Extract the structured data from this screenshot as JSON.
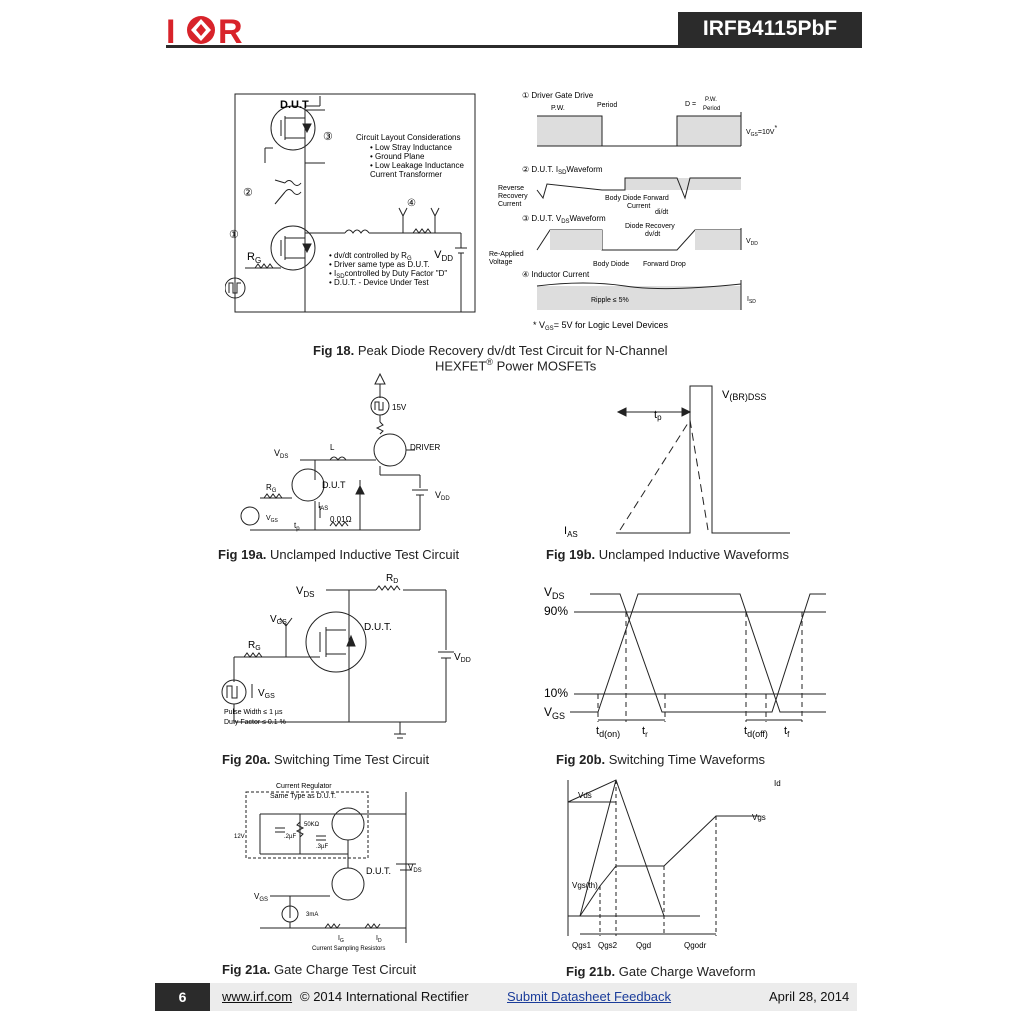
{
  "header": {
    "brand": "I",
    "brand_r": "R",
    "part": "IRFB4115PbF"
  },
  "fig18": {
    "dut": "D.U.T",
    "circ_num_3": "③",
    "circ_num_2": "②",
    "circ_num_1": "①",
    "circ_num_4": "④",
    "rg": "R",
    "rg_sub": "G",
    "vdd": "V",
    "vdd_sub": "DD",
    "layout_title": "Circuit Layout Considerations",
    "layout_items": [
      "• Low Stray Inductance",
      "• Ground Plane",
      "• Low Leakage Inductance",
      "Current Transformer"
    ],
    "notes": [
      "• dv/dt controlled by R",
      "• Driver same type as D.U.T.",
      "• I",
      "• D.U.T. - Device Under Test"
    ],
    "notes_sub": [
      "G",
      "",
      "SD",
      ""
    ],
    "notes_tail": [
      "",
      "",
      "controlled by Duty Factor \"D\"",
      ""
    ],
    "w1": "① Driver Gate Drive",
    "w1_pw": "P.W.",
    "w1_period": "Period",
    "w1_d": "D =",
    "w1_dnum": "P.W.",
    "w1_dden": "Period",
    "w1_vgs": "V",
    "w1_vgs_sub": "GS",
    "w1_vgs_val": "=10V",
    "w1_star": "*",
    "w2": "② D.U.T. I",
    "w2_sub": "SD",
    "w2_tail": "Waveform",
    "w2_rr": [
      "Reverse",
      "Recovery",
      "Current"
    ],
    "w2_bd": [
      "Body Diode Forward",
      "Current"
    ],
    "w2_didt": "di/dt",
    "w3": "③ D.U.T. V",
    "w3_sub": "DS",
    "w3_tail": "Waveform",
    "w3_drr": [
      "Diode Recovery",
      "dv/dt"
    ],
    "w3_vdd": "V",
    "w3_vdd_sub": "DD",
    "w3_reapp": [
      "Re-Applied",
      "Voltage"
    ],
    "w3_bd": "Body Diode",
    "w3_fd": "Forward Drop",
    "w4": "④ Inductor Current",
    "w4_ripple": "Ripple ≤ 5%",
    "w4_isd": "I",
    "w4_isd_sub": "SD",
    "note": "* V",
    "note_sub": "GS",
    "note_tail": "= 5V for Logic Level Devices",
    "caption_b": "Fig 18.",
    "caption_1": "Peak Diode Recovery dv/dt Test Circuit",
    "caption_2": "for N-Channel",
    "caption_3": "HEXFET",
    "caption_reg": "®",
    "caption_4": "Power MOSFETs"
  },
  "fig19a": {
    "v15": "15V",
    "l": "L",
    "vds": "V",
    "vds_sub": "DS",
    "driver": "DRIVER",
    "dut": "D.U.T",
    "rg": "R",
    "rg_sub": "G",
    "vdd": "V",
    "vdd_sub": "DD",
    "ias": "I",
    "ias_sub": "AS",
    "vgs": "V",
    "vgs_sub": "GS",
    "tp": "t",
    "tp_sub": "p",
    "res": "0.01Ω",
    "caption_b": "Fig 19a.",
    "caption": "Unclamped Inductive Test Circuit"
  },
  "fig19b": {
    "vbr": "V",
    "vbr_sub": "(BR)DSS",
    "tp": "t",
    "tp_sub": "p",
    "ias": "I",
    "ias_sub": "AS",
    "caption_b": "Fig 19b.",
    "caption": "Unclamped Inductive Waveforms"
  },
  "fig20a": {
    "vds": "V",
    "vds_sub": "DS",
    "rd": "R",
    "rd_sub": "D",
    "vgs": "V",
    "vgs_sub": "GS",
    "rg": "R",
    "rg_sub": "G",
    "dut": "D.U.T.",
    "vdd": "V",
    "vdd_sub": "DD",
    "vgs2": "V",
    "vgs2_sub": "GS",
    "pw": "Pulse Width ≤ 1 µs",
    "df": "Duty Factor ≤ 0.1 %",
    "caption_b": "Fig 20a.",
    "caption": "Switching Time Test Circuit"
  },
  "fig20b": {
    "vds": "V",
    "vds_sub": "DS",
    "p90": "90%",
    "p10": "10%",
    "vgs": "V",
    "vgs_sub": "GS",
    "tdon": "t",
    "tdon_sub": "d(on)",
    "tr": "t",
    "tr_sub": "r",
    "tdoff": "t",
    "tdoff_sub": "d(off)",
    "tf": "t",
    "tf_sub": "f",
    "caption_b": "Fig 20b.",
    "caption": "Switching Time Waveforms"
  },
  "fig21a": {
    "cr1": "Current Regulator",
    "cr2": "Same Type as D.U.T.",
    "r50k": "50KΩ",
    "v12": "12V",
    "c2": ".2µF",
    "c3": ".3µF",
    "dut": "D.U.T.",
    "vds": "V",
    "vds_sub": "DS",
    "vgs": "V",
    "vgs_sub": "GS",
    "ma": "3mA",
    "ig": "I",
    "ig_sub": "G",
    "id": "I",
    "id_sub": "D",
    "csr": "Current Sampling Resistors",
    "caption_b": "Fig 21a.",
    "caption": "Gate Charge Test Circuit"
  },
  "fig21b": {
    "id": "Id",
    "vds": "Vds",
    "vgs": "Vgs",
    "vgsth": "Vgs(th)",
    "qgs1": "Qgs1",
    "qgs2": "Qgs2",
    "qgd": "Qgd",
    "qgodr": "Qgodr",
    "caption_b": "Fig 21b.",
    "caption": "Gate Charge Waveform"
  },
  "footer": {
    "page": "6",
    "url": "www.irf.com",
    "copy": "© 2014 International Rectifier",
    "feedback": "Submit Datasheet Feedback",
    "date": "April 28, 2014"
  },
  "colors": {
    "brand_red": "#d8232a",
    "dark": "#2b2b2b",
    "link_blue": "#1a3c9a"
  }
}
